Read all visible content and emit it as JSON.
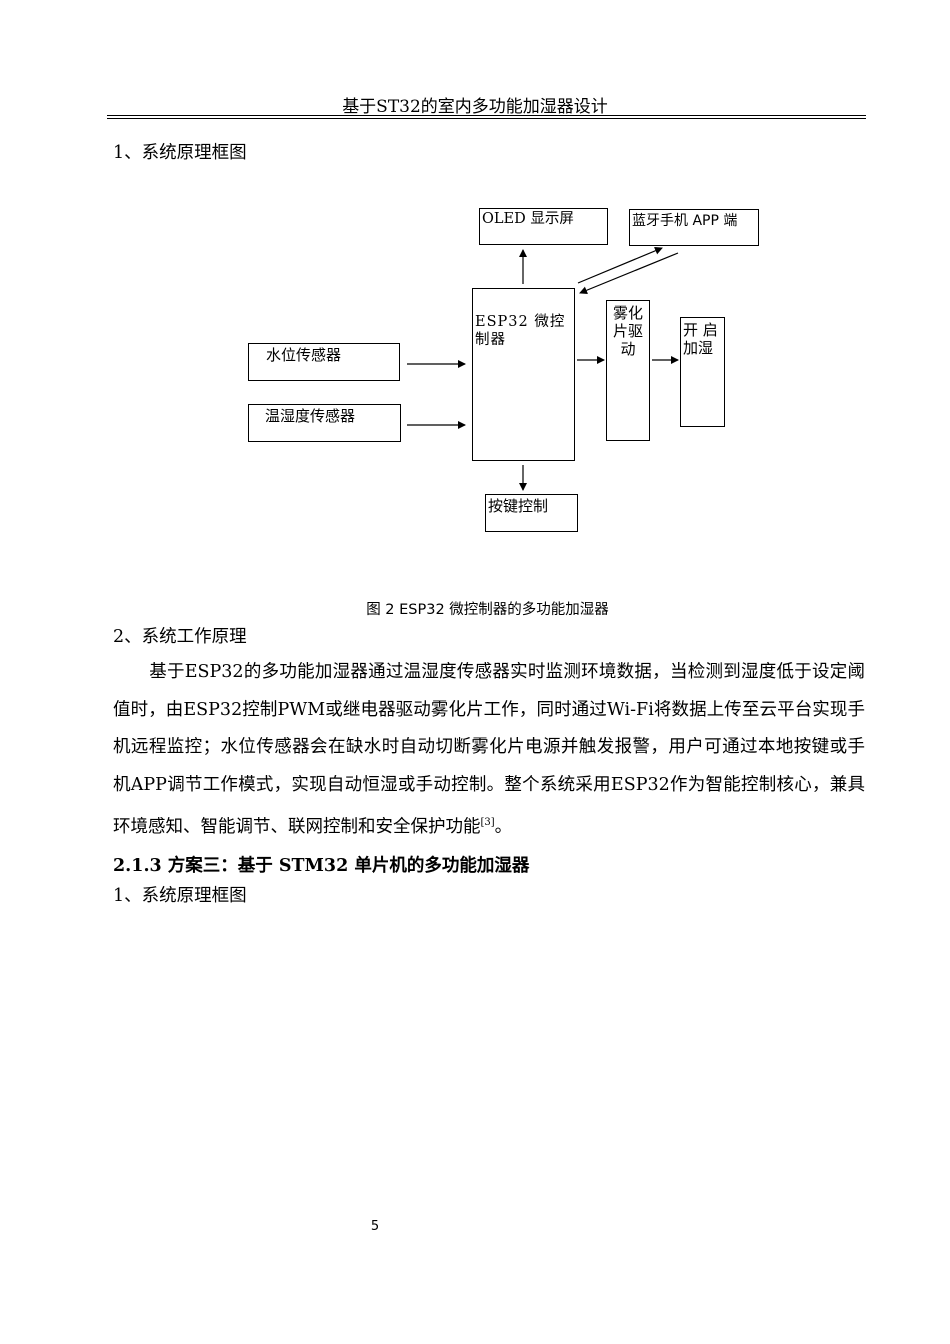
{
  "header": {
    "title": "基于ST32的室内多功能加湿器设计"
  },
  "section1_heading": "1、系统原理框图",
  "diagram": {
    "oled": "OLED 显示屏",
    "bluetooth": "蓝牙手机 APP 端",
    "mcu": "ESP32 微控制器",
    "water_sensor": "水位传感器",
    "temp_sensor": "温湿度传感器",
    "atomizer": "雾化片驱动",
    "humidify": "开  启加湿",
    "keys": "按键控制"
  },
  "figure_caption": "图 2 ESP32 微控制器的多功能加湿器",
  "section2_heading": "2、系统工作原理",
  "paragraph": "基于ESP32的多功能加湿器通过温湿度传感器实时监测环境数据，当检测到湿度低于设定阈值时，由ESP32控制PWM或继电器驱动雾化片工作，同时通过Wi-Fi将数据上传至云平台实现手机远程监控；水位传感器会在缺水时自动切断雾化片电源并触发报警，用户可通过本地按键或手机APP调节工作模式，实现自动恒湿或手动控制。整个系统采用ESP32作为智能控制核心，兼具环境感知、智能调节、联网控制和安全保护功能",
  "citation": "[3]",
  "paragraph_end": "。",
  "subsection_heading": "2.1.3 方案三：基于 STM32 单片机的多功能加湿器",
  "section3_heading": "1、系统原理框图",
  "page_number": "5"
}
